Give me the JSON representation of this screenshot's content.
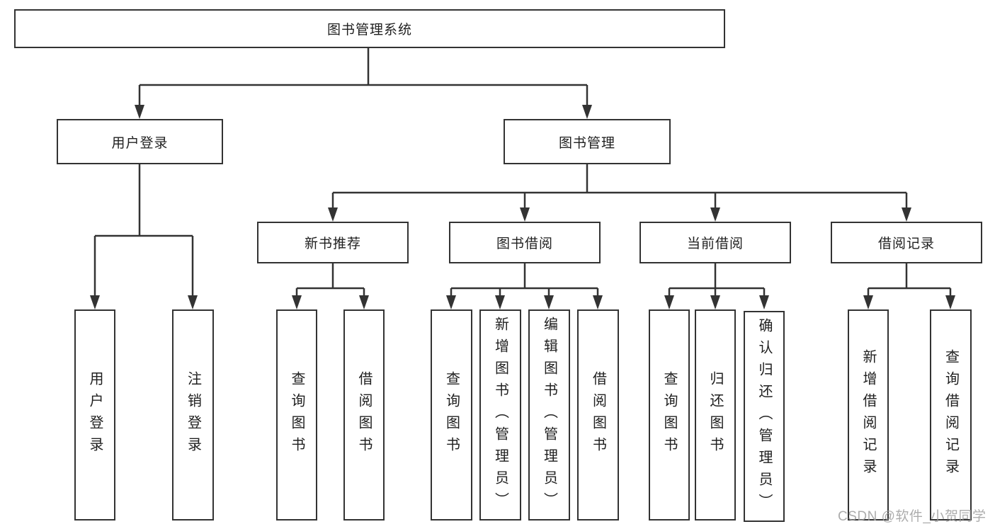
{
  "diagram": {
    "type": "tree",
    "title": "图书管理系统",
    "watermark": "CSDN @软件_小贺同学",
    "nodes": {
      "root": {
        "label": "图书管理系统"
      },
      "user_login": {
        "label": "用户登录"
      },
      "book_management": {
        "label": "图书管理"
      },
      "new_book_recommend": {
        "label": "新书推荐"
      },
      "book_borrow": {
        "label": "图书借阅"
      },
      "current_borrow": {
        "label": "当前借阅"
      },
      "borrow_records": {
        "label": "借阅记录"
      },
      "leaf_user_login": {
        "label": "用户登录"
      },
      "leaf_logout": {
        "label": "注销登录"
      },
      "leaf_query_book_1": {
        "label": "查询图书"
      },
      "leaf_borrow_book_1": {
        "label": "借阅图书"
      },
      "leaf_query_book_2": {
        "label": "查询图书"
      },
      "leaf_add_book_admin": {
        "label": "新增图书（管理员）"
      },
      "leaf_edit_book_admin": {
        "label": "编辑图书（管理员）"
      },
      "leaf_borrow_book_2": {
        "label": "借阅图书"
      },
      "leaf_query_book_3": {
        "label": "查询图书"
      },
      "leaf_return_book": {
        "label": "归还图书"
      },
      "leaf_confirm_return_admin": {
        "label": "确认归还（管理员）"
      },
      "leaf_add_borrow_record": {
        "label": "新增借阅记录"
      },
      "leaf_query_borrow_record": {
        "label": "查询借阅记录"
      }
    },
    "edges": [
      {
        "from": "图书管理系统",
        "to": "用户登录"
      },
      {
        "from": "图书管理系统",
        "to": "图书管理"
      },
      {
        "from": "用户登录",
        "to": "用户登录"
      },
      {
        "from": "用户登录",
        "to": "注销登录"
      },
      {
        "from": "图书管理",
        "to": "新书推荐"
      },
      {
        "from": "图书管理",
        "to": "图书借阅"
      },
      {
        "from": "图书管理",
        "to": "当前借阅"
      },
      {
        "from": "图书管理",
        "to": "借阅记录"
      },
      {
        "from": "新书推荐",
        "to": "查询图书"
      },
      {
        "from": "新书推荐",
        "to": "借阅图书"
      },
      {
        "from": "图书借阅",
        "to": "查询图书"
      },
      {
        "from": "图书借阅",
        "to": "新增图书（管理员）"
      },
      {
        "from": "图书借阅",
        "to": "编辑图书（管理员）"
      },
      {
        "from": "图书借阅",
        "to": "借阅图书"
      },
      {
        "from": "当前借阅",
        "to": "查询图书"
      },
      {
        "from": "当前借阅",
        "to": "归还图书"
      },
      {
        "from": "当前借阅",
        "to": "确认归还（管理员）"
      },
      {
        "from": "借阅记录",
        "to": "新增借阅记录"
      },
      {
        "from": "借阅记录",
        "to": "查询借阅记录"
      }
    ],
    "colors": {
      "line": "#333333",
      "text": "#1f1f1f",
      "background": "#ffffff",
      "watermark": "#9e9e9e"
    }
  }
}
